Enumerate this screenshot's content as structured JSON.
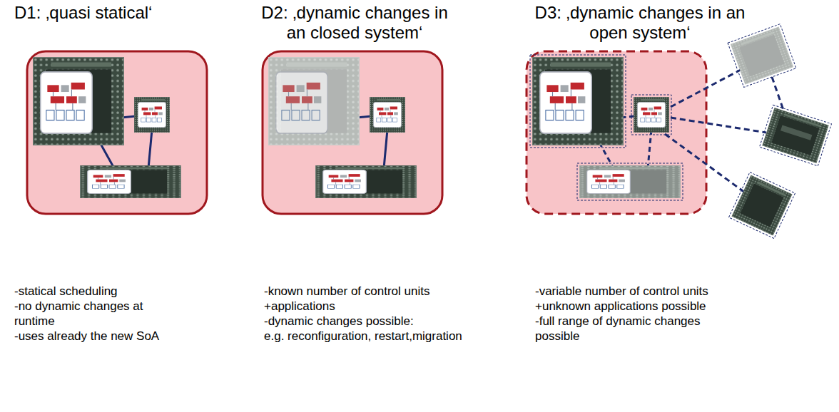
{
  "diagram": {
    "nodes": [
      {
        "text": [
          "D1: ‚quasi statical‘",
          "-statical scheduling",
          "-no dynamic changes at runtime",
          "-uses already the new SoA"
        ]
      },
      {
        "text": [
          "D2: ‚dynamic changes in an closed system‘",
          "-known number of control units",
          "+applications",
          "-dynamic changes possible:",
          "e.g. reconfiguration, restart,migration"
        ]
      },
      {
        "text": [
          "D3: ‚dynamic changes in an open system‘",
          "-variable number of control units",
          "+unknown applications possible",
          "-full range of dynamic changes possible"
        ]
      }
    ]
  }
}
